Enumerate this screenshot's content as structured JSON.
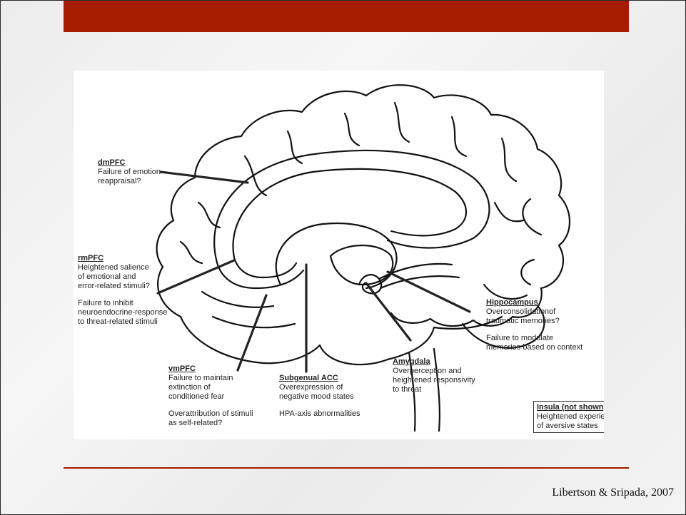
{
  "title_bar_color": "#a61c00",
  "citation": "Libertson & Sripada, 2007",
  "labels": {
    "dmpfc": {
      "title": "dmPFC",
      "lines": [
        "Failure of emotion",
        "reappraisal?"
      ]
    },
    "rmpfc": {
      "title": "rmPFC",
      "lines": [
        "Heightened salience",
        "of emotional and",
        "error-related stimuli?"
      ],
      "lines2": [
        "Failure to inhibit",
        "neuroendocrine-response",
        "to threat-related stimuli"
      ]
    },
    "vmpfc": {
      "title": "vmPFC",
      "lines": [
        "Failure to maintain",
        "extinction of",
        "conditioned fear"
      ],
      "lines2": [
        "Overattribution of stimuli",
        "as self-related?"
      ]
    },
    "subgenual": {
      "title": "Subgenual ACC",
      "lines": [
        "Overexpression of",
        "negative mood states"
      ],
      "lines2": [
        "HPA-axis abnormalities"
      ]
    },
    "amygdala": {
      "title": "Amygdala",
      "lines": [
        "Overperception and",
        "heightened responsivity",
        "to threat"
      ]
    },
    "hippocampus": {
      "title": "Hippocampus",
      "lines": [
        "Overconsolidationof",
        "traumatic memories?"
      ],
      "lines2": [
        "Failure to modulate",
        "memories based on context"
      ]
    },
    "insula": {
      "title": "Insula (not shown)",
      "lines": [
        "Heightened experience",
        "of aversive states"
      ]
    }
  }
}
